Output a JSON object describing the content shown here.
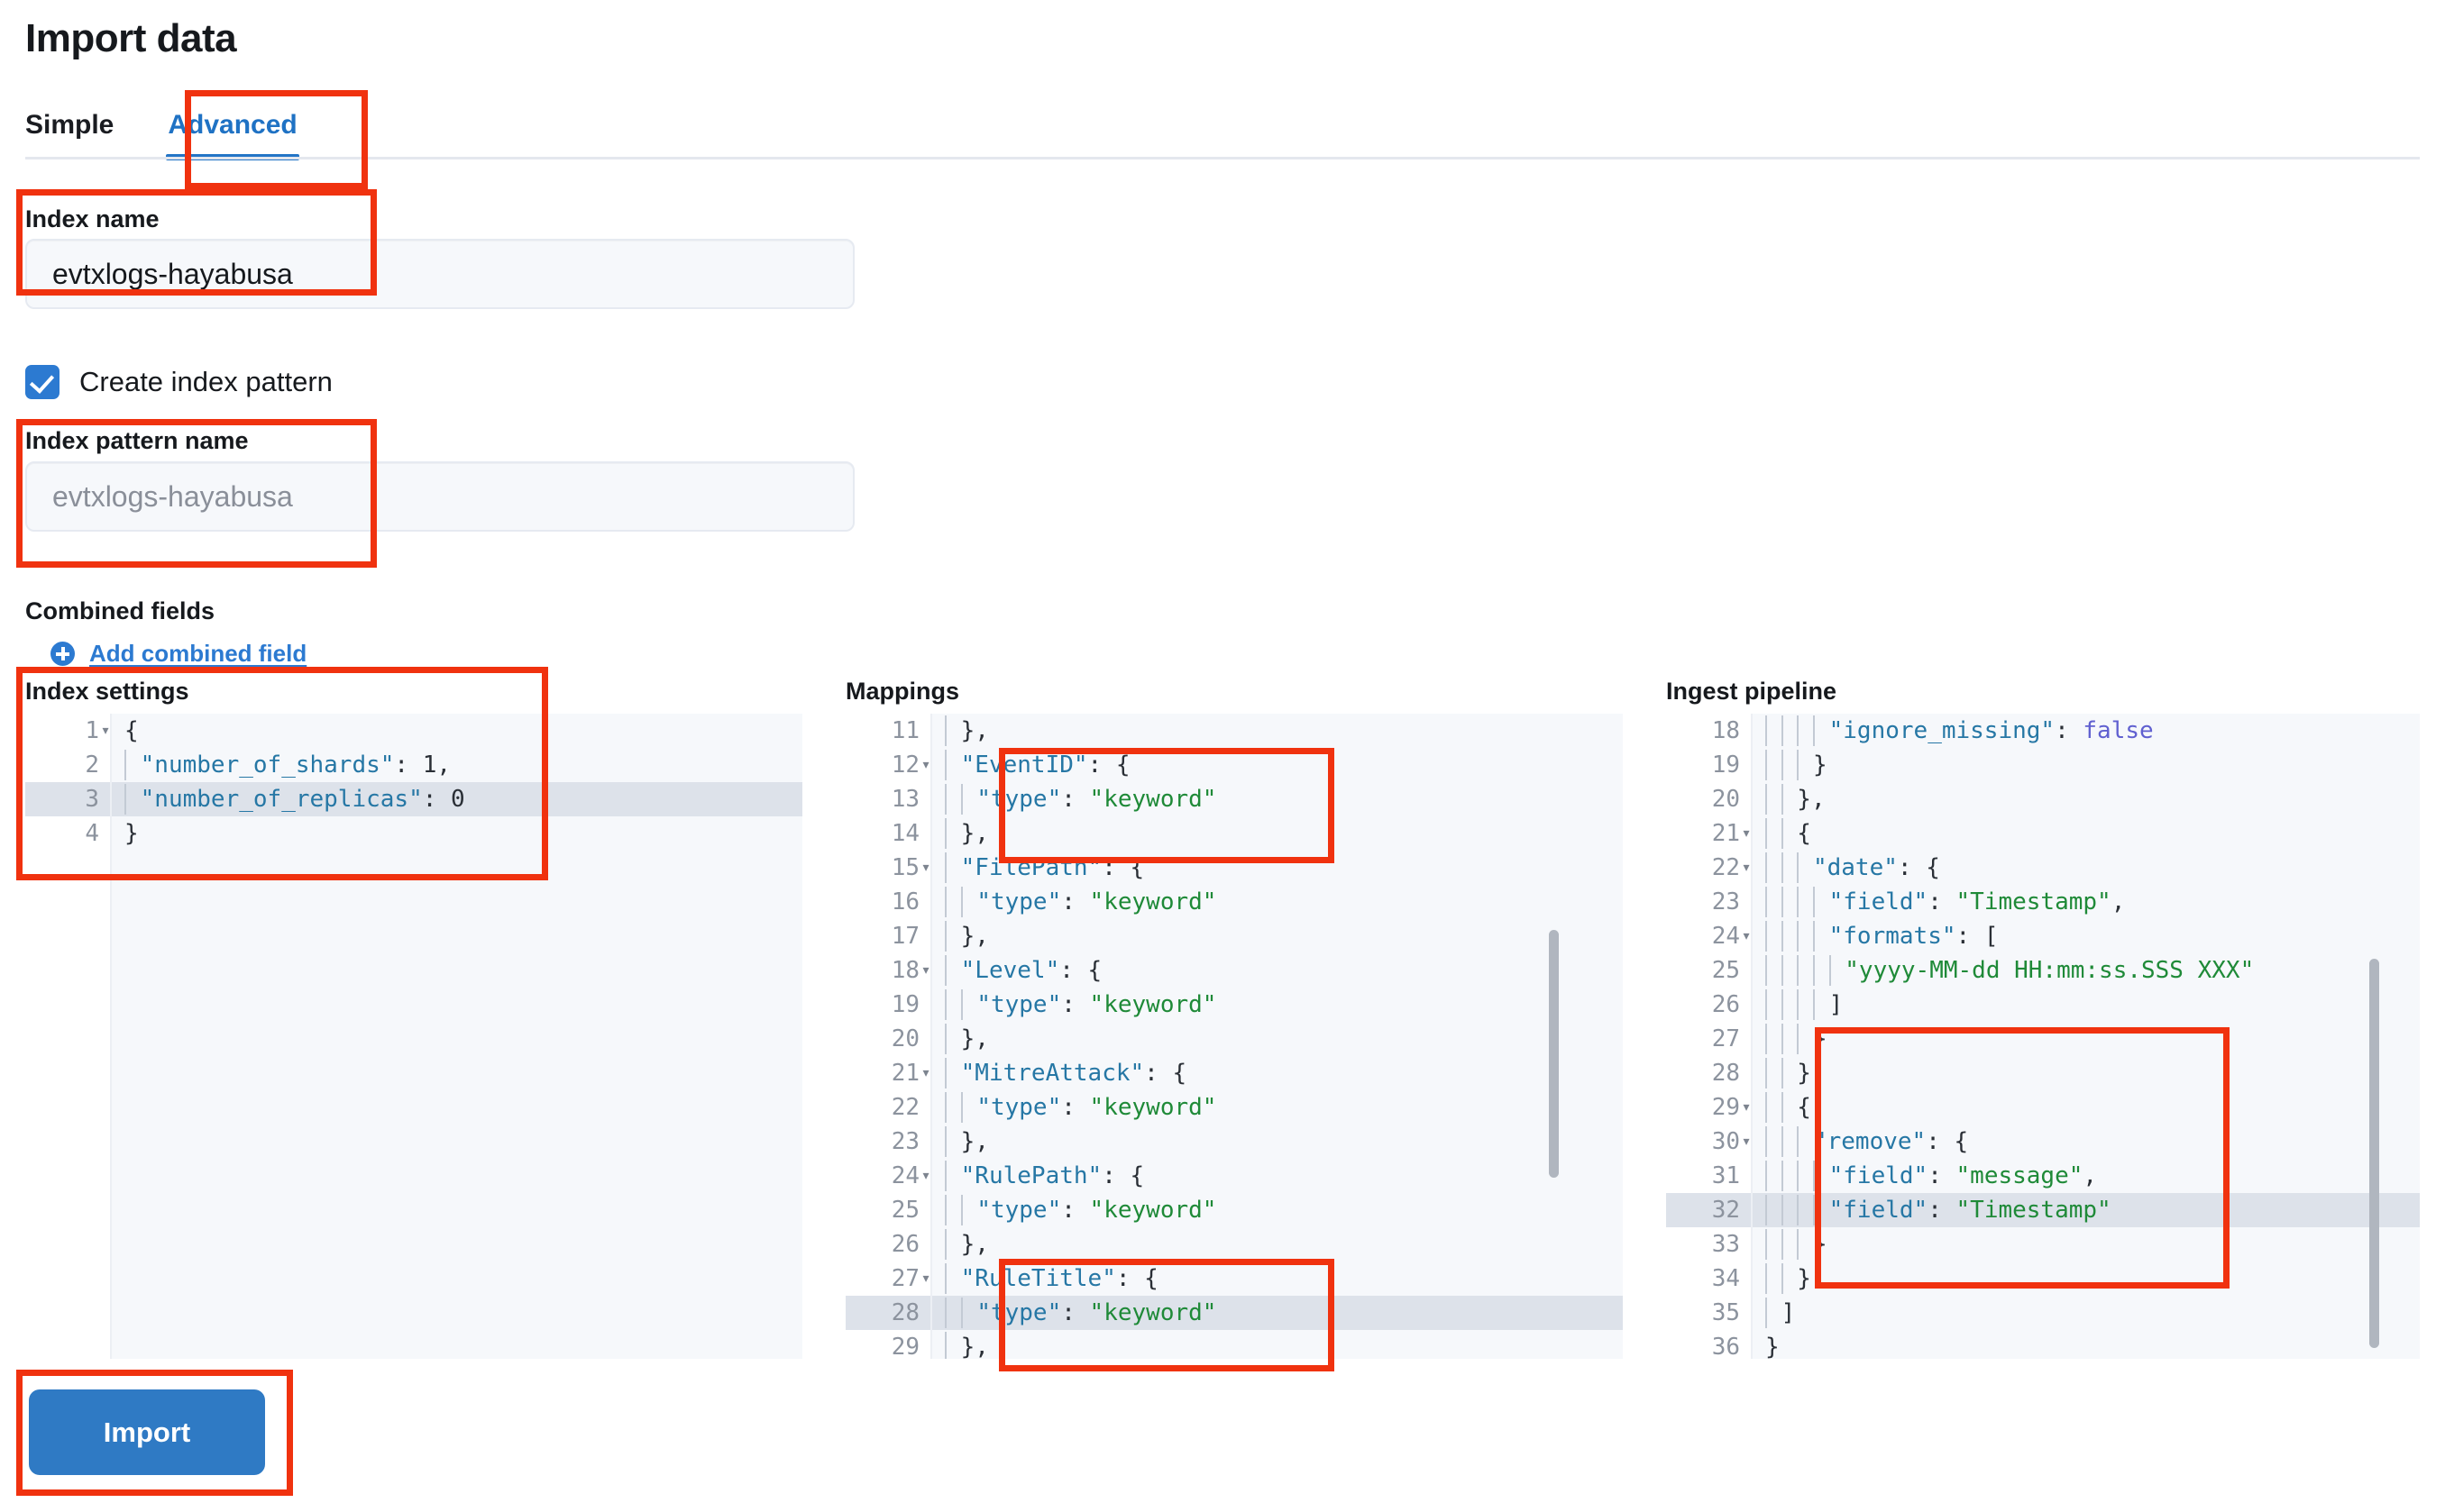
{
  "header": {
    "title": "Import data",
    "tabs": [
      {
        "label": "Simple",
        "active": false
      },
      {
        "label": "Advanced",
        "active": true
      }
    ]
  },
  "form": {
    "index_name_label": "Index name",
    "index_name_value": "evtxlogs-hayabusa",
    "create_index_pattern_label": "Create index pattern",
    "create_index_pattern_checked": true,
    "index_pattern_label": "Index pattern name",
    "index_pattern_placeholder": "evtxlogs-hayabusa",
    "combined_fields_label": "Combined fields",
    "add_combined_field_label": "Add combined field"
  },
  "editors": {
    "index_settings": {
      "title": "Index settings",
      "highlight_line": 3,
      "lines": [
        {
          "num": 1,
          "fold": true,
          "text": "{"
        },
        {
          "num": 2,
          "fold": false,
          "text": "  \"number_of_shards\": 1,"
        },
        {
          "num": 3,
          "fold": false,
          "text": "  \"number_of_replicas\": 0"
        },
        {
          "num": 4,
          "fold": false,
          "text": "}"
        }
      ]
    },
    "mappings": {
      "title": "Mappings",
      "highlight_line": 28,
      "lines": [
        {
          "num": 11,
          "fold": false,
          "text": "  },"
        },
        {
          "num": 12,
          "fold": true,
          "text": "  \"EventID\": {"
        },
        {
          "num": 13,
          "fold": false,
          "text": "    \"type\": \"keyword\""
        },
        {
          "num": 14,
          "fold": false,
          "text": "  },"
        },
        {
          "num": 15,
          "fold": true,
          "text": "  \"FilePath\": {"
        },
        {
          "num": 16,
          "fold": false,
          "text": "    \"type\": \"keyword\""
        },
        {
          "num": 17,
          "fold": false,
          "text": "  },"
        },
        {
          "num": 18,
          "fold": true,
          "text": "  \"Level\": {"
        },
        {
          "num": 19,
          "fold": false,
          "text": "    \"type\": \"keyword\""
        },
        {
          "num": 20,
          "fold": false,
          "text": "  },"
        },
        {
          "num": 21,
          "fold": true,
          "text": "  \"MitreAttack\": {"
        },
        {
          "num": 22,
          "fold": false,
          "text": "    \"type\": \"keyword\""
        },
        {
          "num": 23,
          "fold": false,
          "text": "  },"
        },
        {
          "num": 24,
          "fold": true,
          "text": "  \"RulePath\": {"
        },
        {
          "num": 25,
          "fold": false,
          "text": "    \"type\": \"keyword\""
        },
        {
          "num": 26,
          "fold": false,
          "text": "  },"
        },
        {
          "num": 27,
          "fold": true,
          "text": "  \"RuleTitle\": {"
        },
        {
          "num": 28,
          "fold": false,
          "text": "    \"type\": \"keyword\""
        },
        {
          "num": 29,
          "fold": false,
          "text": "  },"
        }
      ]
    },
    "ingest_pipeline": {
      "title": "Ingest pipeline",
      "highlight_line": 32,
      "lines": [
        {
          "num": 18,
          "fold": false,
          "text": "        \"ignore_missing\": false"
        },
        {
          "num": 19,
          "fold": false,
          "text": "      }"
        },
        {
          "num": 20,
          "fold": false,
          "text": "    },"
        },
        {
          "num": 21,
          "fold": true,
          "text": "    {"
        },
        {
          "num": 22,
          "fold": true,
          "text": "      \"date\": {"
        },
        {
          "num": 23,
          "fold": false,
          "text": "        \"field\": \"Timestamp\","
        },
        {
          "num": 24,
          "fold": true,
          "text": "        \"formats\": ["
        },
        {
          "num": 25,
          "fold": false,
          "text": "          \"yyyy-MM-dd HH:mm:ss.SSS XXX\""
        },
        {
          "num": 26,
          "fold": false,
          "text": "        ]"
        },
        {
          "num": 27,
          "fold": false,
          "text": "      }"
        },
        {
          "num": 28,
          "fold": false,
          "text": "    },"
        },
        {
          "num": 29,
          "fold": true,
          "text": "    {"
        },
        {
          "num": 30,
          "fold": true,
          "text": "      \"remove\": {"
        },
        {
          "num": 31,
          "fold": false,
          "text": "        \"field\": \"message\","
        },
        {
          "num": 32,
          "fold": false,
          "text": "        \"field\": \"Timestamp\""
        },
        {
          "num": 33,
          "fold": false,
          "text": "      }"
        },
        {
          "num": 34,
          "fold": false,
          "text": "    }"
        },
        {
          "num": 35,
          "fold": false,
          "text": "  ]"
        },
        {
          "num": 36,
          "fold": false,
          "text": "}"
        }
      ]
    }
  },
  "actions": {
    "import_label": "Import"
  },
  "colors": {
    "accent": "#2c7ad1",
    "annotation": "#f0320f",
    "json_key": "#2677a5",
    "json_string": "#1f8a38",
    "json_boolean": "#6060d0",
    "highlight_row": "#dde2ea"
  }
}
